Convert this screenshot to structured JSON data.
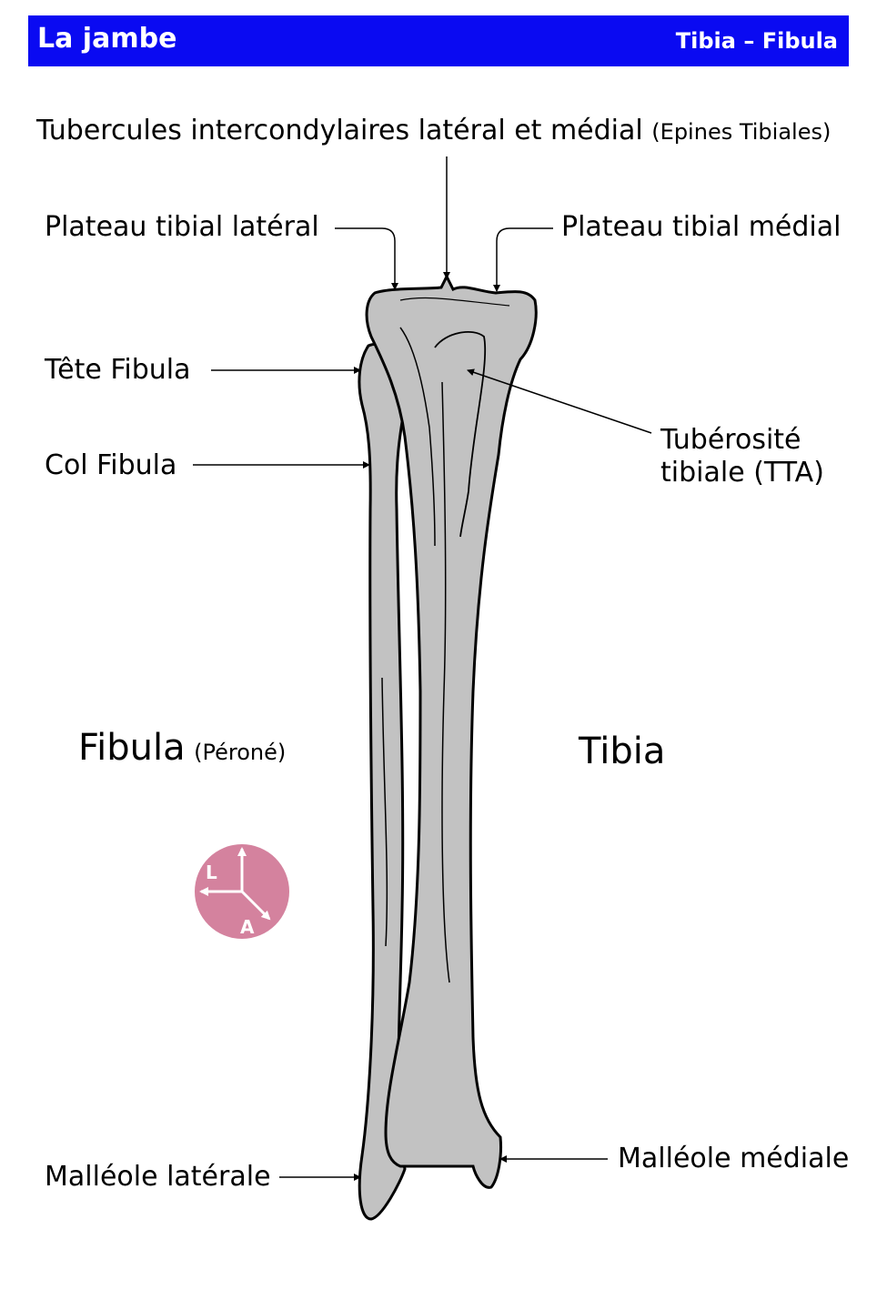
{
  "header": {
    "title": "La jambe",
    "subtitle": "Tibia – Fibula"
  },
  "labels": {
    "intercondylar": "Tubercules intercondylaires latéral et médial",
    "intercondylar_note": "(Epines Tibiales)",
    "plateau_lateral": "Plateau tibial latéral",
    "plateau_medial": "Plateau tibial médial",
    "fibula_head": "Tête Fibula",
    "fibula_neck": "Col Fibula",
    "tuberosity_line1": "Tubérosité",
    "tuberosity_line2": "tibiale (TTA)",
    "fibula": "Fibula",
    "fibula_note": "(Péroné)",
    "tibia": "Tibia",
    "malleolus_lateral": "Malléole latérale",
    "malleolus_medial": "Malléole médiale"
  },
  "orientation": {
    "lateral": "L",
    "anterior": "A"
  },
  "colors": {
    "header_bg": "#0a0af2",
    "header_text": "#ffffff",
    "bone_fill": "#c2c2c2",
    "bone_outline": "#000000",
    "badge_fill": "#d4829e"
  }
}
